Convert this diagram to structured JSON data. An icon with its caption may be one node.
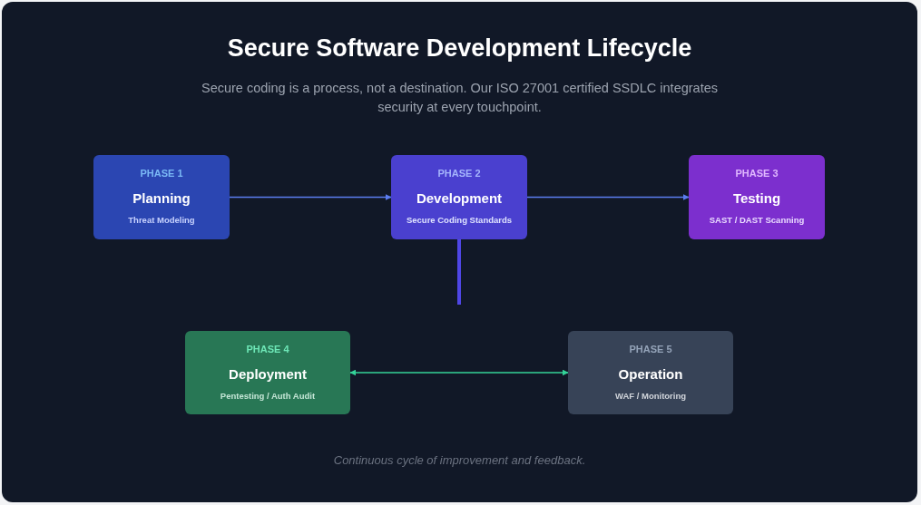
{
  "diagram": {
    "title": "Secure Software Development Lifecycle",
    "caption": "Continuous cycle of improvement and feedback.",
    "nodes": [
      {
        "text": [
          "PHASE 1",
          "Planning",
          "Threat Modeling"
        ]
      },
      {
        "text": [
          "PHASE 2",
          "Development",
          "Secure Coding Standards"
        ]
      },
      {
        "text": [
          "PHASE 3",
          "Testing",
          "SAST / DAST Scanning"
        ]
      },
      {
        "text": [
          "PHASE 4",
          "Deployment",
          "Pentesting / Auth Audit"
        ]
      },
      {
        "text": [
          "PHASE 5",
          "Operation",
          "WAF / Monitoring"
        ]
      }
    ],
    "edges": [
      {
        "from": 0,
        "to": 1,
        "arrow": "to"
      },
      {
        "from": 1,
        "to": 2,
        "arrow": "to"
      },
      {
        "from": 1,
        "to": null,
        "arrow": "none",
        "style": "thick",
        "color": "#4f46e5"
      },
      {
        "from": 3,
        "to": 4,
        "arrow": "both",
        "color": "#34d399"
      }
    ],
    "labels": [
      "Secure coding is a process, not a destination. Our ISO 27001 certified SSDLC integrates security at every touchpoint."
    ]
  }
}
